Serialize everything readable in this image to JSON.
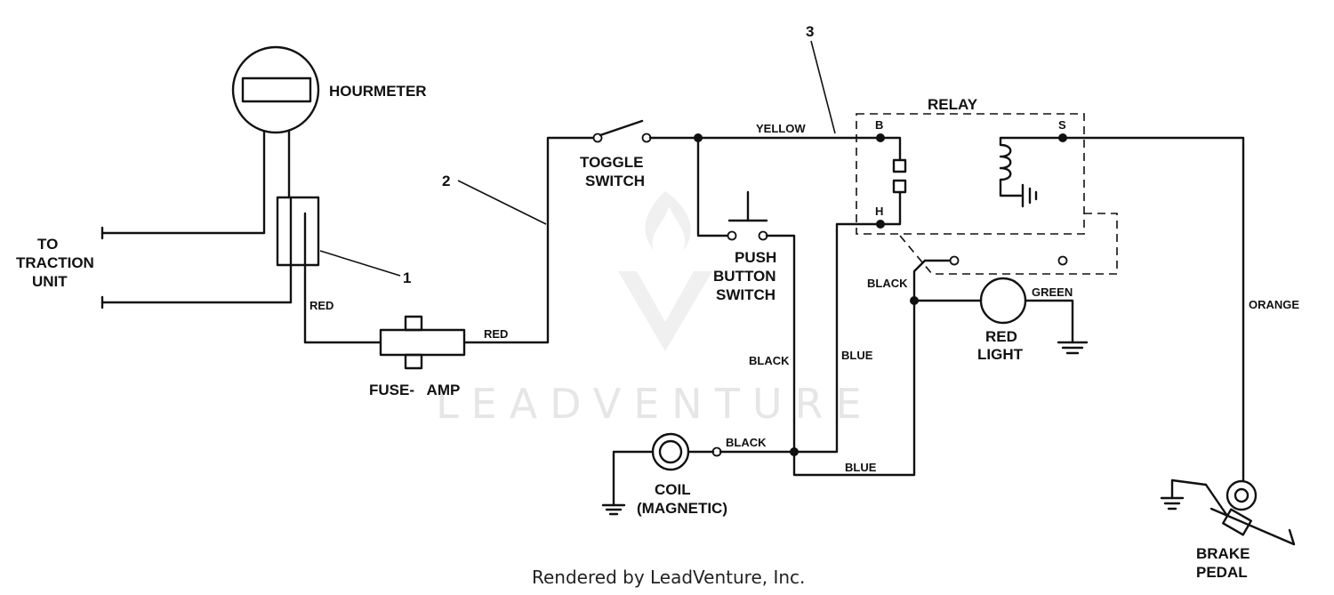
{
  "labels": {
    "hourmeter": "HOURMETER",
    "to_traction_line1": "TO",
    "to_traction_line2": "TRACTION",
    "to_traction_line3": "UNIT",
    "callout_1": "1",
    "callout_2": "2",
    "callout_3": "3",
    "red_wire_a": "RED",
    "red_wire_b": "RED",
    "fuse": "FUSE-   AMP",
    "toggle_line1": "TOGGLE",
    "toggle_line2": "SWITCH",
    "yellow": "YELLOW",
    "relay": "RELAY",
    "relay_b": "B",
    "relay_s": "S",
    "relay_h": "H",
    "push_line1": "PUSH",
    "push_line2": "BUTTON",
    "push_line3": "SWITCH",
    "black_1": "BLACK",
    "black_2": "BLACK",
    "black_3": "BLACK",
    "blue_1": "BLUE",
    "blue_2": "BLUE",
    "green": "GREEN",
    "red_light_line1": "RED",
    "red_light_line2": "LIGHT",
    "orange": "ORANGE",
    "coil_line1": "COIL",
    "coil_line2": "(MAGNETIC)",
    "brake_line1": "BRAKE",
    "brake_line2": "PEDAL"
  },
  "watermark": "LEADVENTURE",
  "footer": "Rendered by LeadVenture, Inc."
}
